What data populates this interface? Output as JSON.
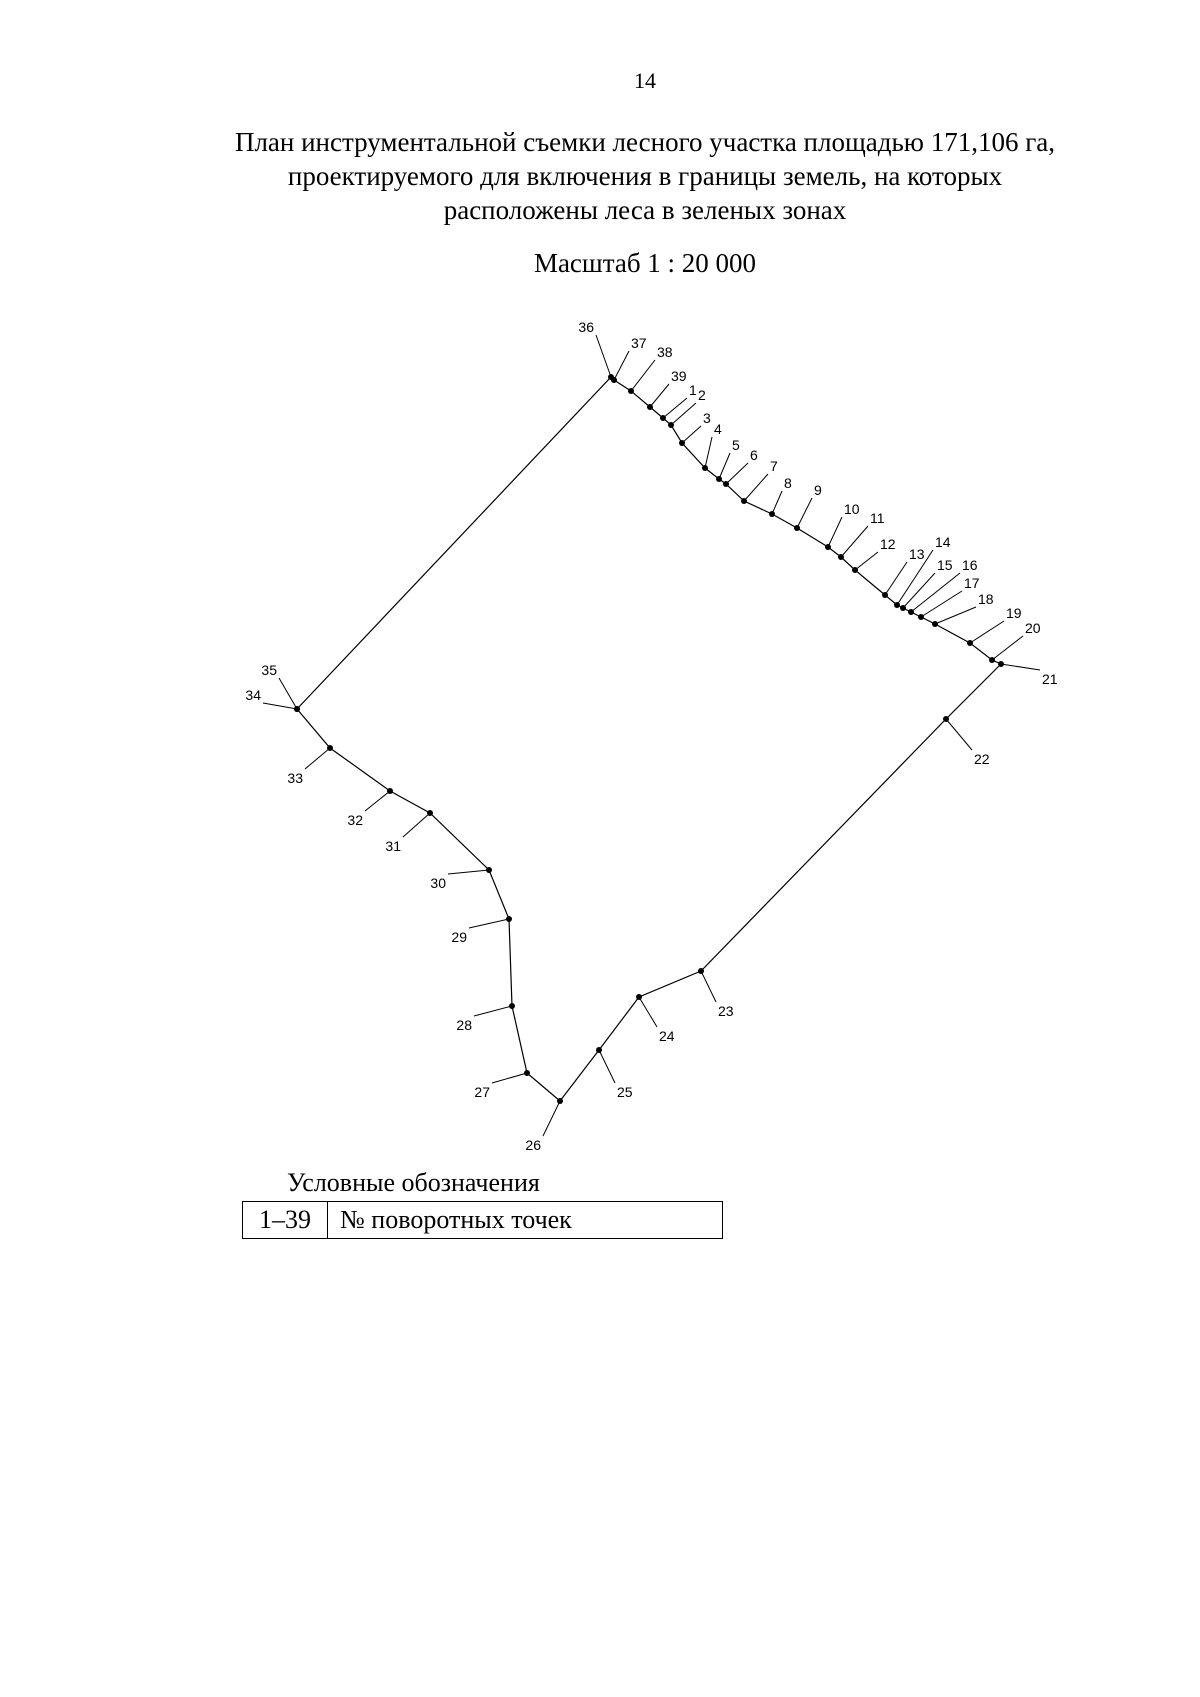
{
  "page_number": "14",
  "title_lines": [
    "План инструментальной съемки лесного участка площадью 171,106 га,",
    "проектируемого для включения в границы земель, на которых",
    "расположены леса в зеленых зонах"
  ],
  "scale": "Масштаб 1 : 20 000",
  "plan": {
    "points": [
      {
        "label": "1"
      },
      {
        "label": "2"
      },
      {
        "label": "3"
      },
      {
        "label": "4"
      },
      {
        "label": "5"
      },
      {
        "label": "6"
      },
      {
        "label": "7"
      },
      {
        "label": "8"
      },
      {
        "label": "9"
      },
      {
        "label": "10"
      },
      {
        "label": "11"
      },
      {
        "label": "12"
      },
      {
        "label": "13"
      },
      {
        "label": "14"
      },
      {
        "label": "15"
      },
      {
        "label": "16"
      },
      {
        "label": "17"
      },
      {
        "label": "18"
      },
      {
        "label": "19"
      },
      {
        "label": "20"
      },
      {
        "label": "21"
      },
      {
        "label": "22"
      },
      {
        "label": "23"
      },
      {
        "label": "24"
      },
      {
        "label": "25"
      },
      {
        "label": "26"
      },
      {
        "label": "27"
      },
      {
        "label": "28"
      },
      {
        "label": "29"
      },
      {
        "label": "30"
      },
      {
        "label": "31"
      },
      {
        "label": "32"
      },
      {
        "label": "33"
      },
      {
        "label": "34"
      },
      {
        "label": "35"
      },
      {
        "label": "36"
      },
      {
        "label": "37"
      },
      {
        "label": "38"
      },
      {
        "label": "39"
      }
    ]
  },
  "legend": {
    "title": "Условные обозначения",
    "range": "1–39",
    "description": "№ поворотных точек"
  }
}
